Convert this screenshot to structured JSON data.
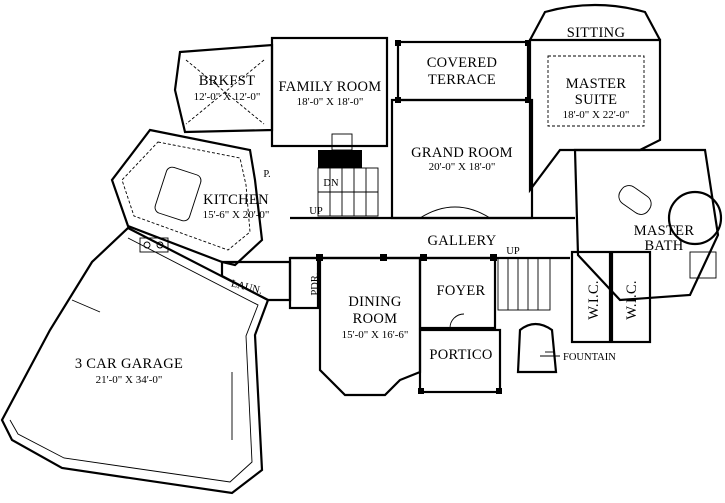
{
  "rooms": {
    "sitting": {
      "name": "SITTING"
    },
    "master_suite": {
      "name_line1": "MASTER",
      "name_line2": "SUITE",
      "dims": "18'-0\" X 22'-0\""
    },
    "covered_terrace": {
      "name_line1": "COVERED",
      "name_line2": "TERRACE"
    },
    "family_room": {
      "name": "FAMILY ROOM",
      "dims": "18'-0\" X 18'-0\""
    },
    "brkfst": {
      "name": "BRKFST",
      "dims": "12'-0\" X 12'-0\""
    },
    "grand_room": {
      "name": "GRAND ROOM",
      "dims": "20'-0\" X 18'-0\""
    },
    "kitchen": {
      "name": "KITCHEN",
      "dims": "15'-6\" X 20'-0\""
    },
    "pantry": {
      "name": "P."
    },
    "master_bath": {
      "name_line1": "MASTER",
      "name_line2": "BATH"
    },
    "gallery": {
      "name": "GALLERY"
    },
    "laun": {
      "name": "LAUN."
    },
    "pdr": {
      "name": "PDR."
    },
    "dining_room": {
      "name_line1": "DINING",
      "name_line2": "ROOM",
      "dims": "15'-0\" X 16'-6\""
    },
    "foyer": {
      "name": "FOYER"
    },
    "wic_left": {
      "name": "W.I.C."
    },
    "wic_right": {
      "name": "W.I.C."
    },
    "portico": {
      "name": "PORTICO"
    },
    "garage": {
      "name": "3 CAR GARAGE",
      "dims": "21'-0\" X 34'-0\""
    }
  },
  "stairs": {
    "down": "DN",
    "up_left": "UP",
    "up_right": "UP"
  },
  "callouts": {
    "fountain": "FOUNTAIN"
  }
}
